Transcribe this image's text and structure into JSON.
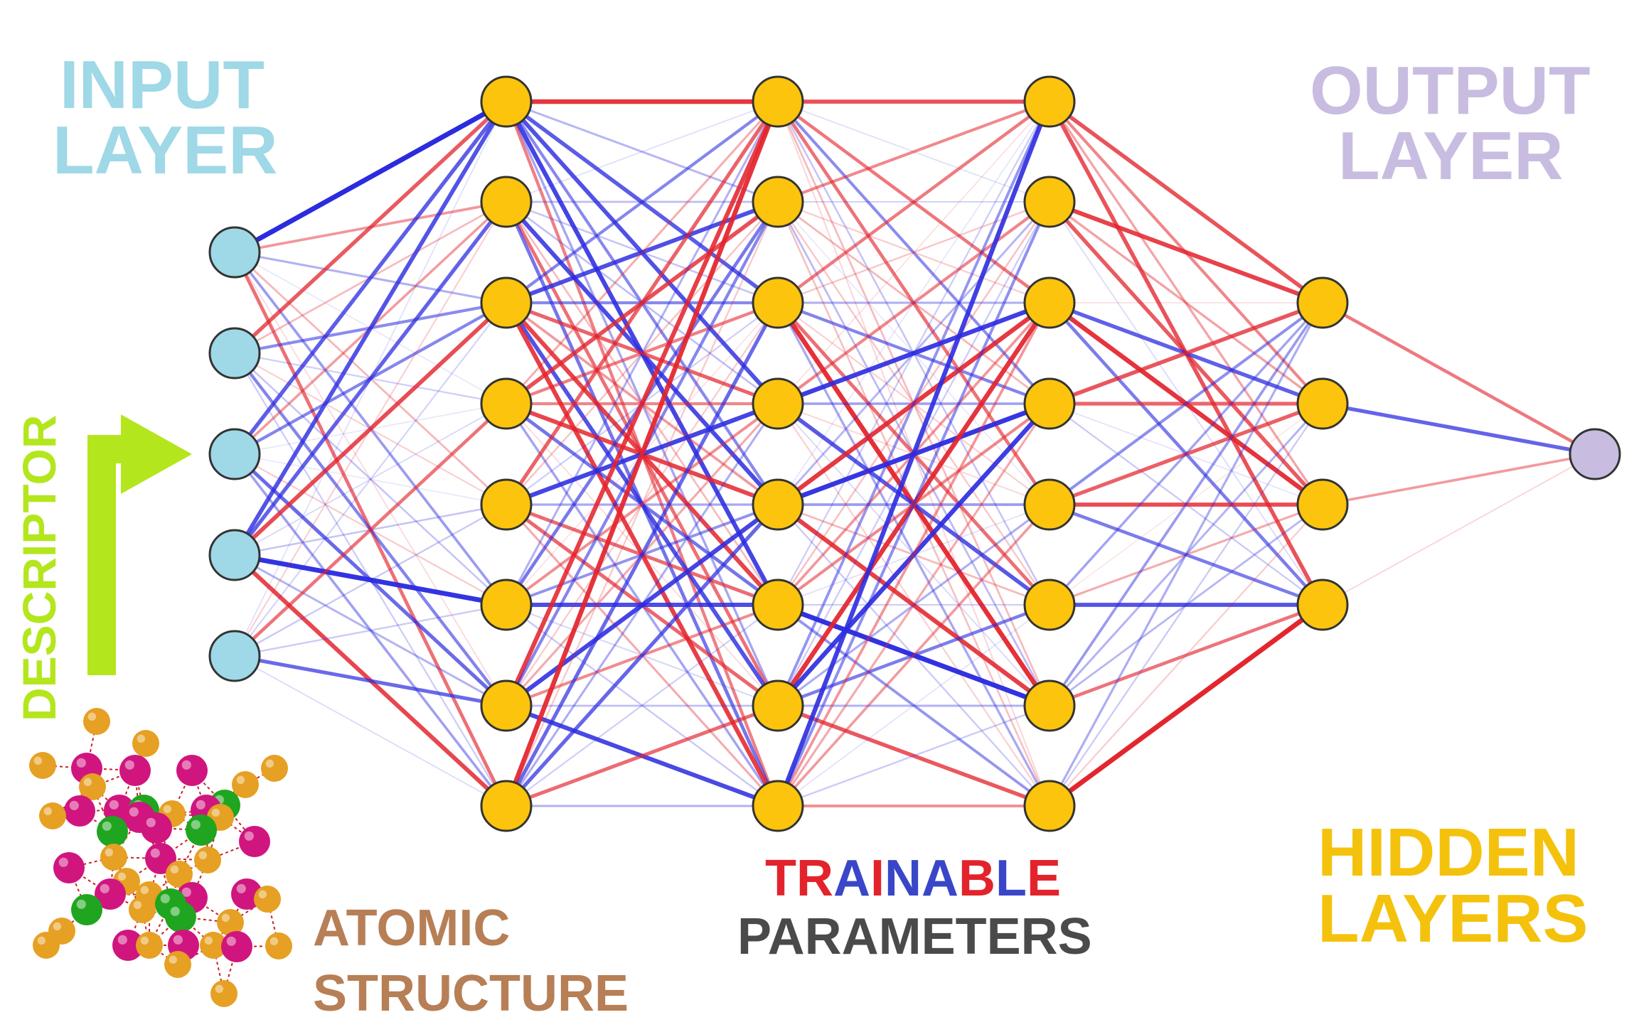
{
  "labels": {
    "input_line1": "INPUT",
    "input_line2": "LAYER",
    "output_line1": "OUTPUT",
    "output_line2": "LAYER",
    "hidden_line1": "HIDDEN",
    "hidden_line2": "LAYERS",
    "trainable_letters": [
      "T",
      "R",
      "A",
      "I",
      "N",
      "A",
      "B",
      "L",
      "E"
    ],
    "parameters": "PARAMETERS",
    "atomic_line1": "ATOMIC",
    "atomic_line2": "STRUCTURE",
    "descriptor": "DESCRIPTOR"
  },
  "colors": {
    "input_label": "#9fd8e6",
    "output_label": "#c8bde0",
    "hidden_label": "#f4c20d",
    "atomic_label": "#b77f56",
    "parameters_label": "#4a4a4a",
    "descriptor": "#b4e61e",
    "trainable_letter_colors": [
      "#e3232c",
      "#e3232c",
      "#3a46c8",
      "#e3232c",
      "#3a46c8",
      "#3a46c8",
      "#e3232c",
      "#3a46c8",
      "#e3232c"
    ],
    "input_node": "#9fd8e6",
    "hidden_node": "#fcc40c",
    "output_node": "#c8bde0",
    "positive_weight": "#e3232c",
    "negative_weight": "#2b2be0",
    "node_stroke": "#333333",
    "atom_gold": "#e6a023",
    "atom_magenta": "#d0157f",
    "atom_green": "#1fa51f",
    "bond": "#cc2222"
  },
  "network": {
    "layer_sizes": [
      5,
      8,
      8,
      8,
      4,
      1
    ],
    "layer_roles": [
      "input",
      "hidden",
      "hidden",
      "hidden",
      "hidden",
      "output"
    ]
  }
}
